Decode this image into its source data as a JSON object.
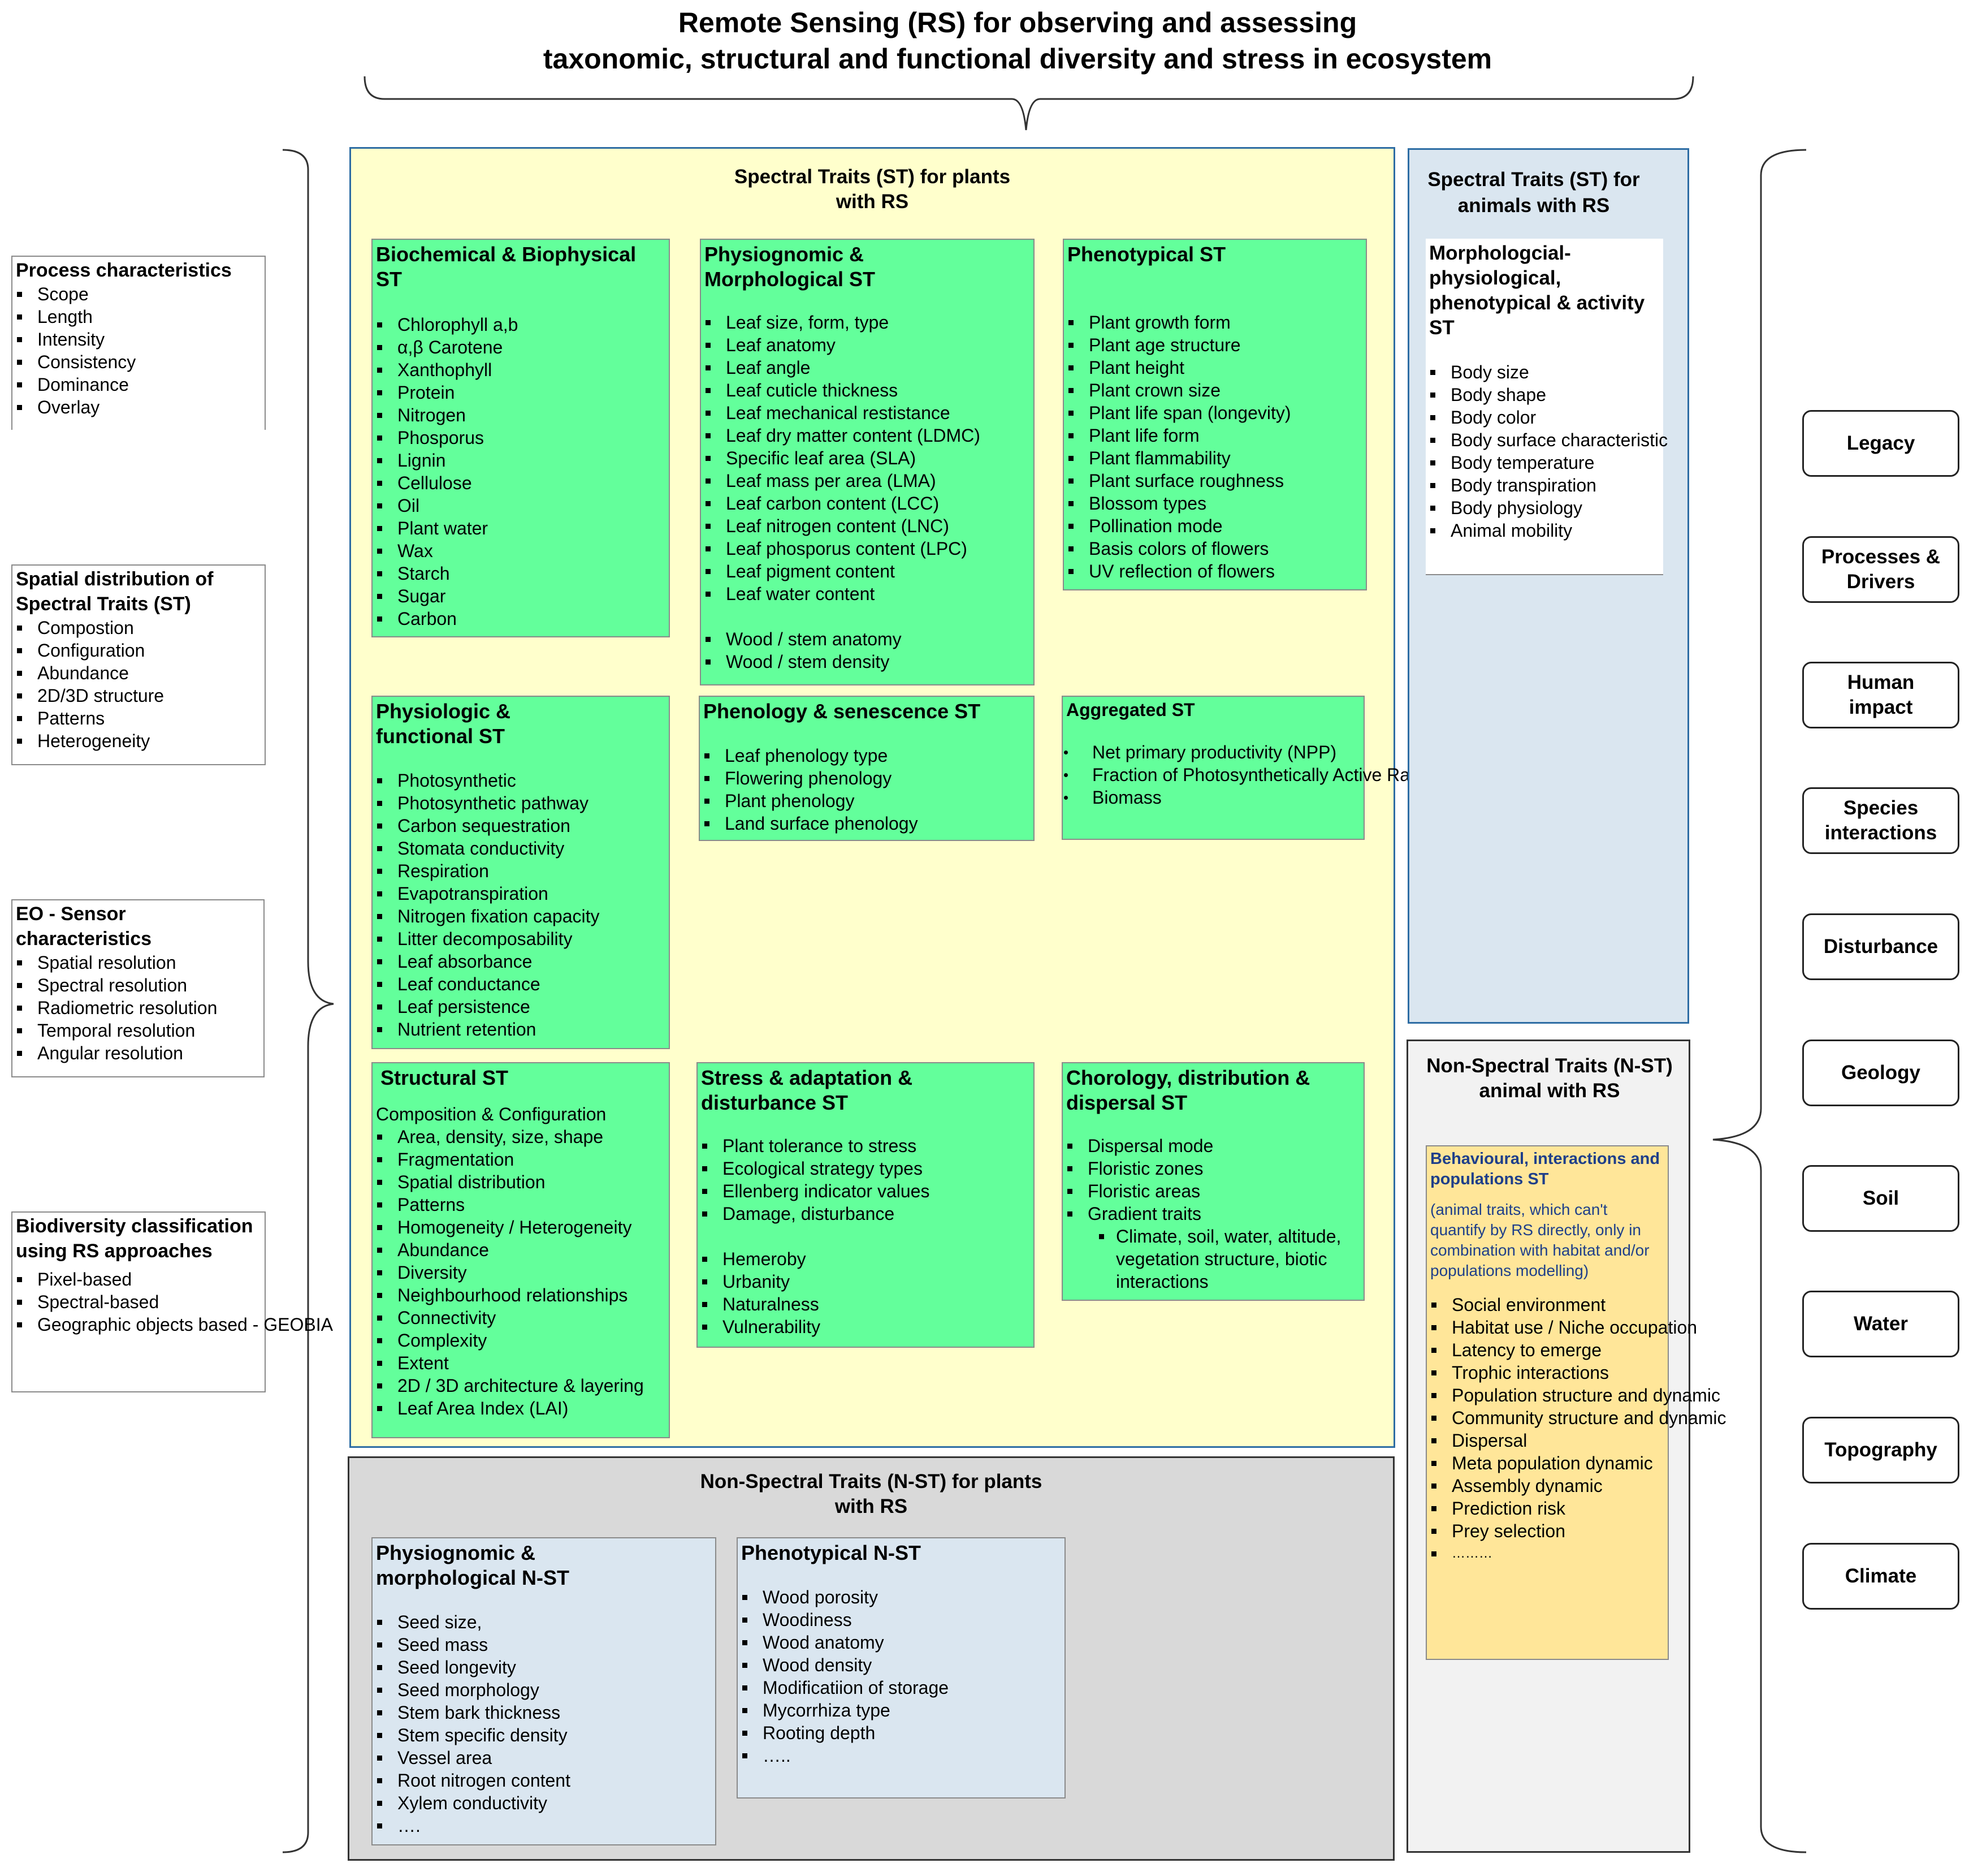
{
  "title": {
    "line1": "Remote Sensing (RS) for observing and assessing",
    "line2": "taxonomic, structural and functional diversity and stress in ecosystem"
  },
  "left_boxes": [
    {
      "title": "Process characteristics",
      "items": [
        "Scope",
        "Length",
        "Intensity",
        "Consistency",
        "Dominance",
        "Overlay"
      ]
    },
    {
      "title": "Spatial distribution of Spectral Traits (ST)",
      "items": [
        "Compostion",
        "Configuration",
        "Abundance",
        "2D/3D structure",
        "Patterns",
        "Heterogeneity"
      ]
    },
    {
      "title": "EO - Sensor characteristics",
      "items": [
        "Spatial resolution",
        "Spectral resolution",
        "Radiometric resolution",
        "Temporal resolution",
        "Angular resolution"
      ]
    },
    {
      "title": "Biodiversity classification using RS approaches",
      "items": [
        "Pixel-based",
        "Spectral-based",
        "Geographic objects based - GEOBIA"
      ]
    }
  ],
  "st_plants": {
    "title_line1": "Spectral Traits (ST)  for plants",
    "title_line2": "with  RS",
    "biochemical": {
      "title": "Biochemical & Biophysical ST",
      "items": [
        "Chlorophyll a,b",
        "α,β Carotene",
        "Xanthophyll",
        "Protein",
        "Nitrogen",
        "Phosporus",
        "Lignin",
        "Cellulose",
        "Oil",
        "Plant water",
        "Wax",
        "Starch",
        "Sugar",
        "Carbon"
      ]
    },
    "physiognomic": {
      "title": "Physiognomic & Morphological ST",
      "items": [
        "Leaf size, form, type",
        "Leaf anatomy",
        "Leaf angle",
        "Leaf cuticle thickness",
        "Leaf mechanical restistance",
        "Leaf dry matter content (LDMC)",
        "Specific leaf area (SLA)",
        "Leaf mass per area (LMA)",
        "Leaf carbon content (LCC)",
        "Leaf nitrogen content (LNC)",
        "Leaf phosporus content (LPC)",
        "Leaf pigment content",
        "Leaf water content"
      ],
      "items2": [
        "Wood / stem anatomy",
        "Wood / stem density"
      ]
    },
    "phenotypical": {
      "title": "Phenotypical ST",
      "items": [
        "Plant growth form",
        "Plant age structure",
        "Plant height",
        "Plant crown size",
        "Plant life span (longevity)",
        "Plant life form",
        "Plant flammability",
        "Plant surface roughness",
        "Blossom types",
        "Pollination mode",
        "Basis colors of flowers",
        "UV reflection of flowers"
      ]
    },
    "physiologic": {
      "title": "Physiologic & functional ST",
      "items": [
        "Photosynthetic",
        "Photosynthetic pathway",
        "Carbon sequestration",
        "Stomata conductivity",
        "Respiration",
        "Evapotranspiration",
        "Nitrogen fixation capacity",
        "Litter decomposability",
        "Leaf absorbance",
        "Leaf conductance",
        "Leaf persistence",
        "Nutrient retention"
      ]
    },
    "phenology": {
      "title": "Phenology & senescence ST",
      "items": [
        "Leaf phenology type",
        "Flowering phenology",
        "Plant phenology",
        "Land surface phenology"
      ]
    },
    "aggregated": {
      "title": "Aggregated ST",
      "items": [
        "Net primary productivity (NPP)",
        "Fraction of Photosynthetically Active Radiation (fPAR)",
        "Biomass"
      ]
    },
    "structural": {
      "title": "Structural ST",
      "subtitle": "Composition & Configuration",
      "items": [
        "Area, density, size, shape",
        "Fragmentation",
        "Spatial distribution",
        "Patterns",
        "Homogeneity / Heterogeneity",
        "Abundance",
        "Diversity",
        "Neighbourhood relationships",
        "Connectivity",
        "Complexity",
        "Extent",
        "2D / 3D architecture & layering",
        "Leaf Area Index (LAI)"
      ]
    },
    "stress": {
      "title": "Stress & adaptation & disturbance ST",
      "items": [
        "Plant tolerance to stress",
        "Ecological strategy types",
        "Ellenberg indicator values",
        "Damage, disturbance"
      ],
      "items2": [
        "Hemeroby",
        "Urbanity",
        "Naturalness",
        "Vulnerability"
      ]
    },
    "chorology": {
      "title": "Chorology, distribution & dispersal ST",
      "items": [
        "Dispersal mode",
        "Floristic  zones",
        "Floristic areas",
        "Gradient traits"
      ],
      "sub": "Climate, soil, water, altitude, vegetation structure, biotic interactions"
    }
  },
  "nst_plants": {
    "title_line1": "Non-Spectral Traits (N-ST)  for plants",
    "title_line2": "with  RS",
    "physiognomic": {
      "title": "Physiognomic & morphological  N-ST",
      "items": [
        "Seed size,",
        "Seed mass",
        "Seed longevity",
        "Seed morphology",
        "Stem bark thickness",
        "Stem specific density",
        "Vessel area",
        "Root nitrogen content",
        "Xylem conductivity",
        "…."
      ]
    },
    "phenotypical": {
      "title": "Phenotypical N-ST",
      "items": [
        "Wood porosity",
        "Woodiness",
        "Wood anatomy",
        "Wood density",
        "Modificatiion of storage",
        "Mycorrhiza type",
        "Rooting depth",
        "….."
      ]
    }
  },
  "st_animals": {
    "title_line1": "Spectral Traits (ST)  for",
    "title_line2": "animals with  RS",
    "box": {
      "title": "Morphologcial-physiological, phenotypical & activity ST",
      "items": [
        "Body size",
        "Body shape",
        "Body color",
        "Body surface characteristic",
        "Body temperature",
        "Body transpiration",
        "Body physiology",
        "Animal mobility"
      ]
    }
  },
  "nst_animals": {
    "title_line1": "Non-Spectral Traits (N-ST)",
    "title_line2": "animal with  RS",
    "box": {
      "title": "Behavioural, interactions and  populations ST",
      "note": "(animal traits, which can't quantify by  RS directly,  only in  combination with habitat and/or populations  modelling)",
      "items": [
        "Social environment",
        "Habitat use / Niche occupation",
        "Latency to emerge",
        "Trophic interactions",
        "Population structure and dynamic",
        "Community structure and dynamic",
        "Dispersal",
        "Meta population dynamic",
        "Assembly dynamic",
        "Prediction risk",
        "Prey selection",
        "………"
      ]
    }
  },
  "right_buttons": [
    "Legacy",
    "Processes & Drivers",
    "Human impact",
    "Species interactions",
    "Disturbance",
    "Geology",
    "Soil",
    "Water",
    "Topography",
    "Climate"
  ],
  "colors": {
    "green": "#63ff9b",
    "yellow_panel": "#ffffcc",
    "blue_panel": "#dae6f0",
    "gray_panel": "#d9d9d9",
    "light_gray_panel": "#f2f2f2",
    "orange_box": "#ffe699",
    "note_text": "#1f3f8a"
  }
}
